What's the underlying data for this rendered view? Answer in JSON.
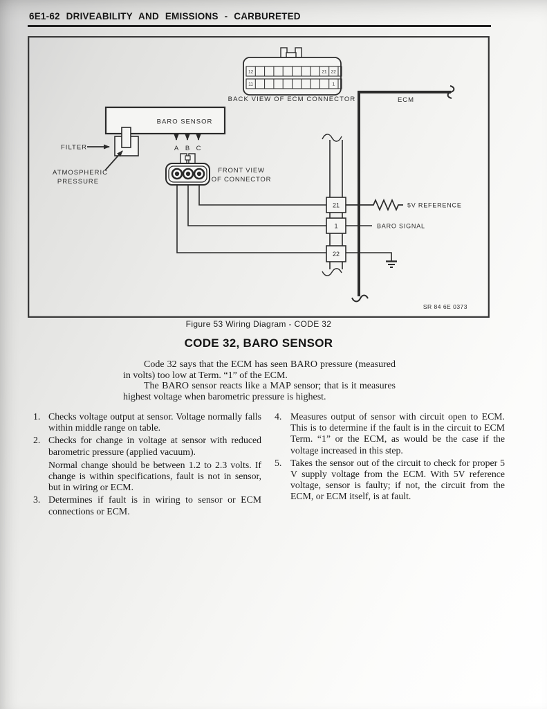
{
  "page": {
    "header_title": "6E1-62 DRIVEABILITY AND EMISSIONS - CARBURETED",
    "figure_caption": "Figure 53 Wiring Diagram - CODE 32",
    "section_title": "CODE 32, BARO SENSOR",
    "intro_paragraphs": {
      "p1": "Code 32 says that the ECM has seen BARO pressure (measured in volts) too low at Term. “1” of the ECM.",
      "p2": "The BARO sensor reacts like a MAP sensor; that is it measures highest voltage when barometric pressure is highest."
    },
    "steps": {
      "left": [
        {
          "num": "1.",
          "text": "Checks voltage output at sensor. Voltage normally falls within middle range on table."
        },
        {
          "num": "2.",
          "text": "Checks for change in voltage at sensor with reduced barometric pressure (applied vacuum).",
          "note": "Normal change should be between 1.2 to 2.3 volts. If change is within specifications, fault is not in sensor, but in wiring or ECM."
        },
        {
          "num": "3.",
          "text": "Determines if fault is in wiring to sensor or ECM connections or ECM."
        }
      ],
      "right": [
        {
          "num": "4.",
          "text": "Measures output of sensor with circuit open to ECM. This is to determine if the fault is in the circuit to ECM Term. “1” or the ECM, as would be the case if the voltage increased in this step."
        },
        {
          "num": "5.",
          "text": "Takes the sensor out of the circuit to check for proper 5 V supply voltage from the ECM. With 5V reference voltage, sensor is faulty; if not, the circuit from the ECM, or ECM itself, is at fault."
        }
      ]
    }
  },
  "diagram": {
    "back_view_label": "BACK VIEW OF ECM CONNECTOR",
    "ecm_label": "ECM",
    "baro_sensor_label": "BARO SENSOR",
    "filter_label": "FILTER",
    "atmospheric_label_line1": "ATMOSPHERIC",
    "atmospheric_label_line2": "PRESSURE",
    "front_view_label_line1": "FRONT VIEW",
    "front_view_label_line2": "OF CONNECTOR",
    "pins": {
      "a": "A",
      "b": "B",
      "c": "C"
    },
    "ecm_pins": {
      "top_first": "12",
      "top_21": "21",
      "top_22": "22",
      "bottom_first": "11",
      "bottom_1": "1"
    },
    "terminals": {
      "t21": "21",
      "t1": "1",
      "t22": "22"
    },
    "reference_label": "5V REFERENCE",
    "signal_label": "BARO SIGNAL",
    "doc_code": "SR 84 6E 0373",
    "ink_color": "#2b2b2b"
  }
}
